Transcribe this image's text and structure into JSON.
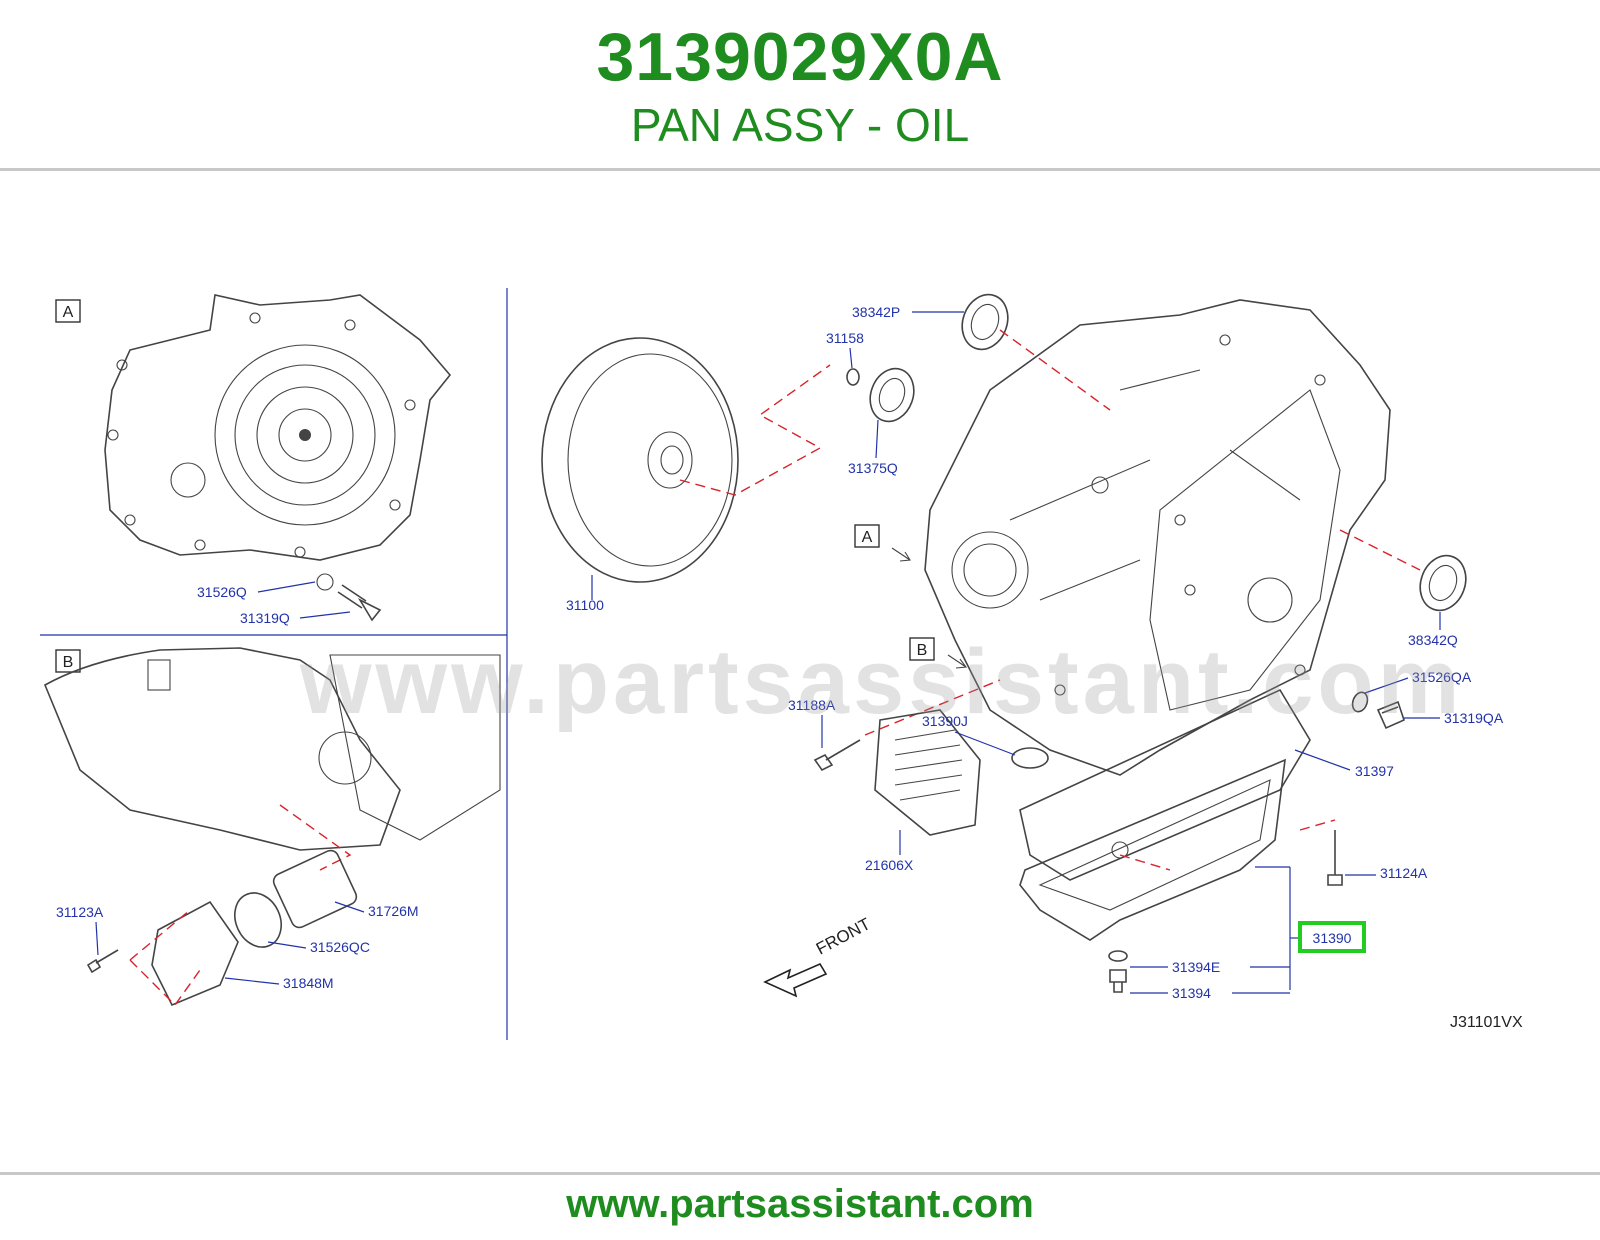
{
  "header": {
    "part_number": "3139029X0A",
    "part_name": "PAN ASSY - OIL"
  },
  "footer": {
    "url": "www.partsassistant.com"
  },
  "watermark": "www.partsassistant.com",
  "diagram": {
    "code": "J31101VX",
    "front_label": "FRONT",
    "highlight_color": "#22cc22",
    "accent_color": "#1e8c1e",
    "callout_color": "#2233aa",
    "section_labels": {
      "a": "A",
      "b": "B"
    },
    "parts": {
      "p38342P": "38342P",
      "p31158": "31158",
      "p31375Q": "31375Q",
      "p31100": "31100",
      "p38342Q": "38342Q",
      "p31526QA": "31526QA",
      "p31319QA": "31319QA",
      "p31188A": "31188A",
      "p31390J": "31390J",
      "p31397": "31397",
      "p21606X": "21606X",
      "p31124A": "31124A",
      "p31390": "31390",
      "p31394E": "31394E",
      "p31394": "31394",
      "p31526Q": "31526Q",
      "p31319Q": "31319Q",
      "p31123A": "31123A",
      "p31726M": "31726M",
      "p31526QC": "31526QC",
      "p31848M": "31848M"
    }
  }
}
